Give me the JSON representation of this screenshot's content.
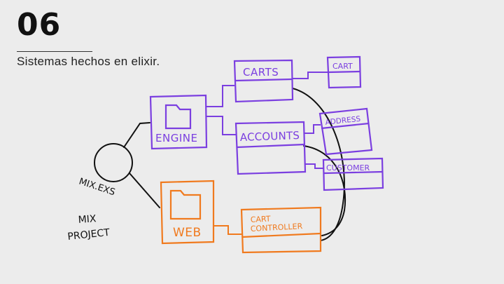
{
  "slide": {
    "number": "06",
    "subtitle": "Sistemas hechos en elixir."
  },
  "diagram": {
    "project_label": [
      "MIX",
      "PROJECT"
    ],
    "mix_file": "MIX.EXS",
    "engine": "ENGINE",
    "web": "WEB",
    "carts": "CARTS",
    "accounts": "ACCOUNTS",
    "cart": "CART",
    "address": "ADDRESS",
    "customer": "CUSTOMER",
    "cart_controller": [
      "CART",
      "CONTROLLER"
    ]
  },
  "colors": {
    "engine": "#7b3fe0",
    "web": "#f07a1e",
    "ink": "#111111"
  }
}
